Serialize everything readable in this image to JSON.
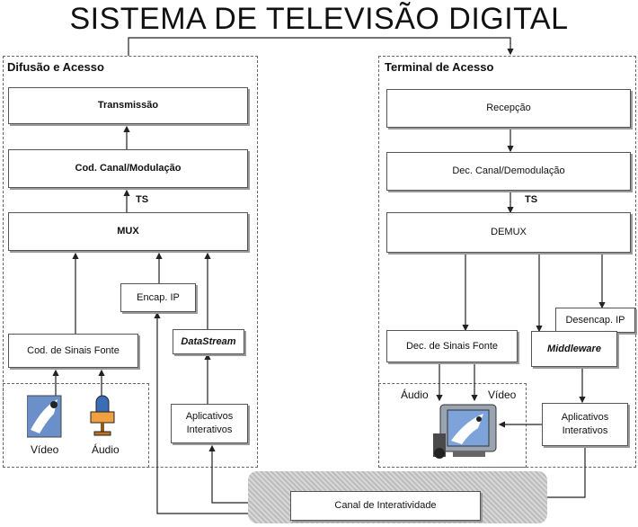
{
  "title": "SISTEMA DE TELEVISÃO DIGITAL",
  "left": {
    "label": "Difusão e Acesso",
    "transmissao": "Transmissão",
    "cod_canal": "Cod. Canal/Modulação",
    "ts": "TS",
    "mux": "MUX",
    "encap_ip": "Encap. IP",
    "datastream": "DataStream",
    "cod_sinais": "Cod. de Sinais Fonte",
    "aplicativos_line1": "Aplicativos",
    "aplicativos_line2": "Interativos",
    "video": "Vídeo",
    "audio": "Áudio"
  },
  "right": {
    "label": "Terminal de Acesso",
    "recepcao": "Recepção",
    "dec_canal": "Dec. Canal/Demodulação",
    "ts": "TS",
    "demux": "DEMUX",
    "desencap_ip": "Desencap. IP",
    "middleware": "Middleware",
    "dec_sinais": "Dec. de Sinais Fonte",
    "audio": "Áudio",
    "video": "Vídeo",
    "aplicativos_line1": "Aplicativos",
    "aplicativos_line2": "Interativos"
  },
  "canal": "Canal de Interatividade"
}
